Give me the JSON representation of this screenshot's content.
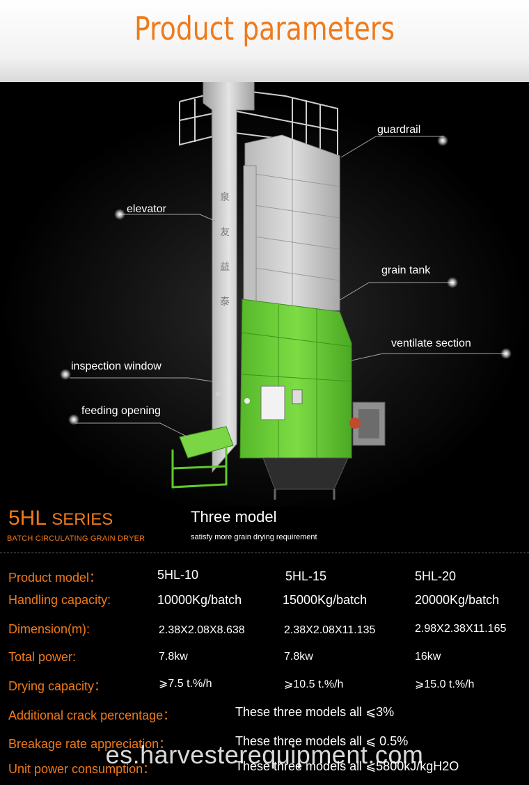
{
  "header": {
    "title": "Product parameters"
  },
  "callouts": {
    "guardrail": "guardrail",
    "elevator": "elevator",
    "grain_tank": "grain tank",
    "ventilate_section": "ventilate section",
    "inspection_window": "inspection window",
    "feeding_opening": "feeding opening"
  },
  "machine": {
    "tank_color": "#d2d2d2",
    "section_color": "#6ed236",
    "elevator_chars": "泉 友 益 泰"
  },
  "series": {
    "title": "5HL",
    "title_suffix": "SERIES",
    "subtitle": "BATCH CIRCULATING GRAIN DRYER",
    "tagline": "Three model",
    "tagline_sub": "satisfy more grain drying requirement"
  },
  "specs": {
    "model": {
      "label": "Product model：",
      "v1": "5HL-10",
      "v2": "5HL-15",
      "v3": "5HL-20"
    },
    "handling": {
      "label": "Handling capacity:",
      "v1": "10000Kg/batch",
      "v2": "15000Kg/batch",
      "v3": "20000Kg/batch"
    },
    "dimension": {
      "label": "Dimension(m):",
      "v1": "2.38X2.08X8.638",
      "v2": "2.38X2.08X11.135",
      "v3": "2.98X2.38X11.165"
    },
    "power": {
      "label": "Total power:",
      "v1": "7.8kw",
      "v2": "7.8kw",
      "v3": "16kw"
    },
    "drying": {
      "label": "Drying capacity：",
      "v1": "⩾7.5 t.%/h",
      "v2": "⩾10.5 t.%/h",
      "v3": "⩾15.0 t.%/h"
    },
    "crack": {
      "label": "Additional crack percentage：",
      "value": "These three models all ⩽3%"
    },
    "breakage": {
      "label": "Breakage rate appreciation：",
      "value": "These three models all ⩽ 0.5%"
    },
    "unit": {
      "label": "Unit power consumption：",
      "value": "These three models all ⩽5800kJ/kgH2O"
    }
  },
  "watermark": "es.harvesterequipment.com",
  "colors": {
    "accent": "#f07a1a",
    "background": "#000000"
  }
}
